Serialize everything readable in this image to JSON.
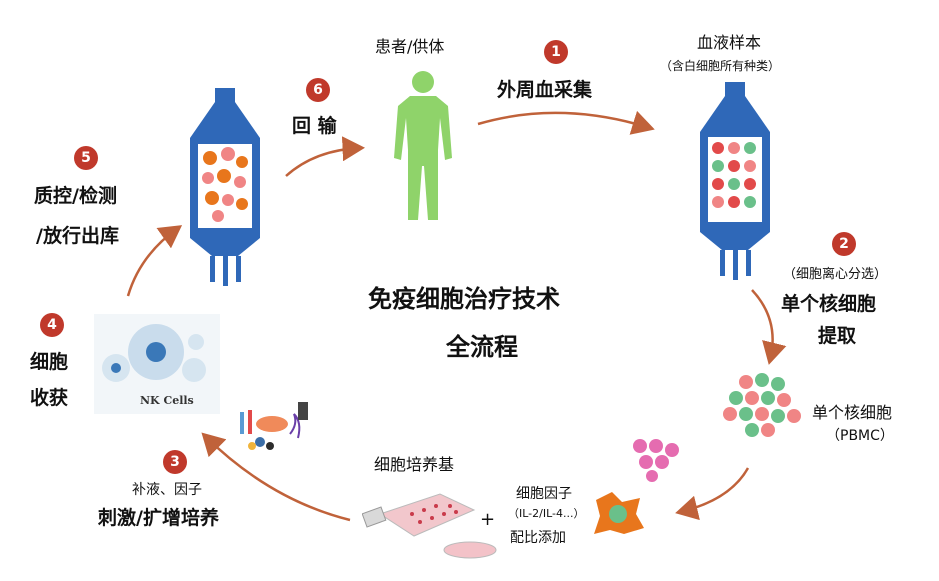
{
  "center": {
    "line1": "免疫细胞治疗技术",
    "line2": "全流程"
  },
  "top": {
    "label": "患者/供体"
  },
  "steps": {
    "s1": {
      "num": "1",
      "title": "外周血采集"
    },
    "s2": {
      "num": "2",
      "note": "（细胞离心分选）",
      "title_line1": "单个核细胞",
      "title_line2": "提取"
    },
    "s3": {
      "num": "3",
      "note": "补液、因子",
      "title": "刺激/扩增培养"
    },
    "s4": {
      "num": "4",
      "title_line1": "细胞",
      "title_line2": "收获"
    },
    "s5": {
      "num": "5",
      "title_line1": "质控/检测",
      "title_line2": "/放行出库"
    },
    "s6": {
      "num": "6",
      "title": "回 输"
    }
  },
  "blood_sample": {
    "title": "血液样本",
    "note": "（含白细胞所有种类）"
  },
  "pbmc": {
    "title": "单个核细胞",
    "note": "（PBMC）"
  },
  "culture": {
    "title": "细胞培养基",
    "plus": "+"
  },
  "cytokine": {
    "title": "细胞因子",
    "note": "（IL-2/IL-4...）",
    "note2": "配比添加"
  },
  "nk": {
    "label": "NK Cells"
  },
  "colors": {
    "arrow": "#c0623a",
    "badge": "#c0392b",
    "bag": "#2f68b8",
    "body": "#8fd36a"
  }
}
